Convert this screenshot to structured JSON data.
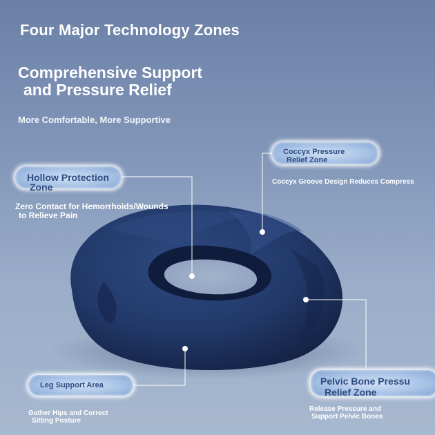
{
  "header": {
    "title": "Four Major Technology Zones",
    "headline_line1": "Comprehensive Support",
    "headline_line2": "and Pressure Relief",
    "subheadline": "More Comfortable, More Supportive"
  },
  "zones": {
    "coccyx": {
      "label_line1": "Coccyx Pressure",
      "label_line2": "Relief Zone",
      "description": "Coccyx Groove Design Reduces Compress"
    },
    "hollow": {
      "label_line1": "Hollow Protection",
      "label_line2": "Zone",
      "description_line1": "Zero Contact for Hemorrhoids/Wounds",
      "description_line2": "to Relieve Pain"
    },
    "leg": {
      "label": "Leg Support Area",
      "description_line1": "Gather Hips and Correct",
      "description_line2": "Sitting Posture"
    },
    "pelvic": {
      "label_line1": "Pelvic Bone Pressu",
      "label_line2": "Relief Zone",
      "description_line1": "Release Pressure and",
      "description_line2": "Support Pelvic Bones"
    }
  },
  "colors": {
    "cushion": "#1f3460",
    "pill_text": "#2e4c80",
    "background_top": "#6b80a6",
    "background_bottom": "#a7b8cf"
  }
}
